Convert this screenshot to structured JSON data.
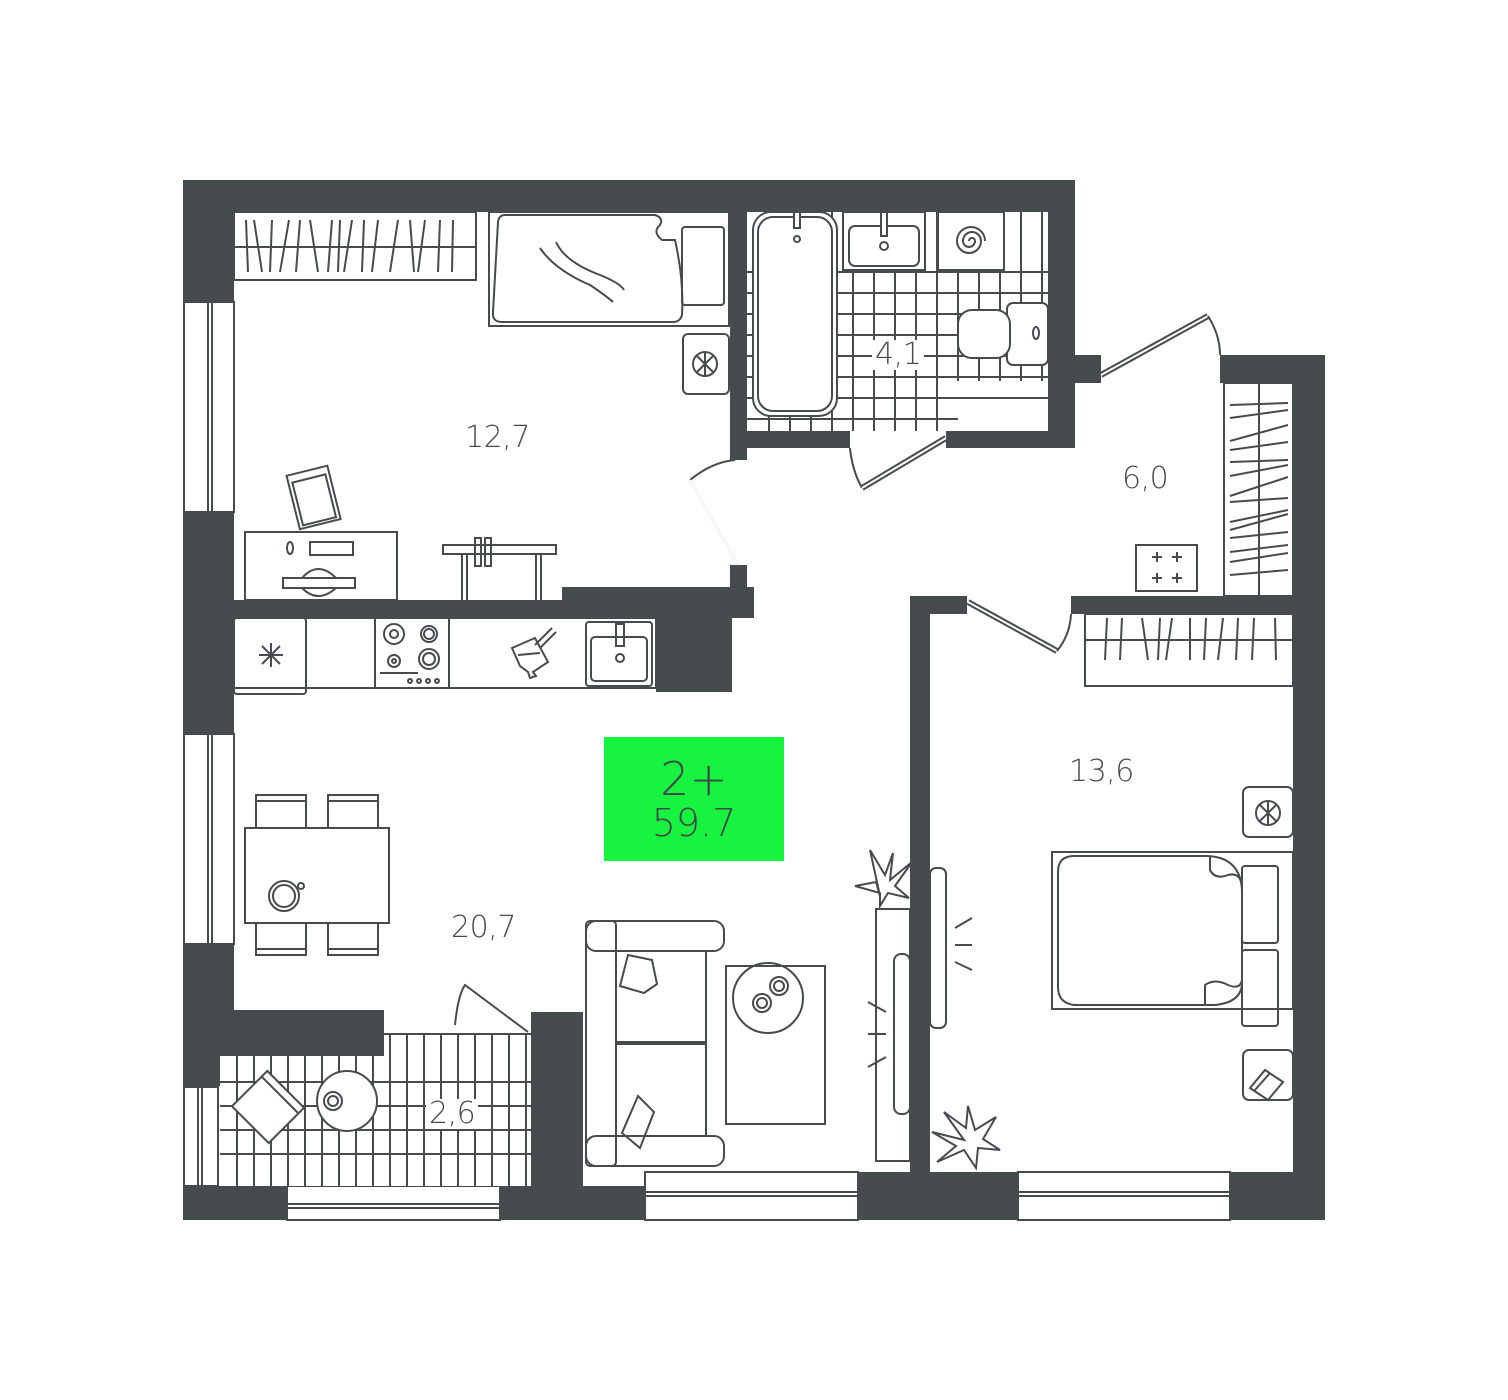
{
  "plan": {
    "summary": {
      "rooms_label": "2+",
      "total_area": "59.7",
      "badge_color": "#16f43f"
    },
    "colors": {
      "wall": "#464c4e",
      "line": "#464c4e",
      "background": "#ffffff"
    },
    "rooms": [
      {
        "id": "bedroom-1",
        "name": "bedroom",
        "area": "12,7"
      },
      {
        "id": "bathroom",
        "name": "bathroom",
        "area": "4,1"
      },
      {
        "id": "hallway",
        "name": "hallway",
        "area": "6,0"
      },
      {
        "id": "kitchen-living",
        "name": "kitchen-living room",
        "area": "20,7"
      },
      {
        "id": "bedroom-2",
        "name": "bedroom",
        "area": "13,6"
      },
      {
        "id": "balcony",
        "name": "balcony",
        "area": "2,6"
      }
    ]
  }
}
